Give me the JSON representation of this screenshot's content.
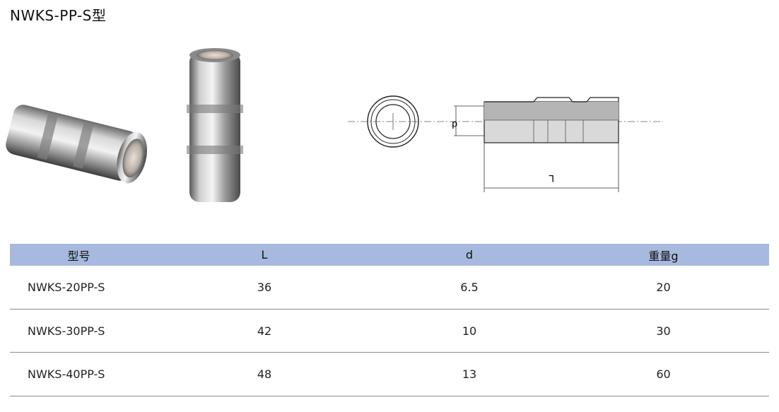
{
  "title": "NWKS-PP-S型",
  "drawing": {
    "dim_d": "d",
    "dim_L": "L"
  },
  "table": {
    "headers": [
      "型号",
      "L",
      "d",
      "重量g"
    ],
    "rows": [
      [
        "NWKS-20PP-S",
        "36",
        "6.5",
        "20"
      ],
      [
        "NWKS-30PP-S",
        "42",
        "10",
        "30"
      ],
      [
        "NWKS-40PP-S",
        "48",
        "13",
        "60"
      ]
    ],
    "header_color": "#a7b9de"
  }
}
